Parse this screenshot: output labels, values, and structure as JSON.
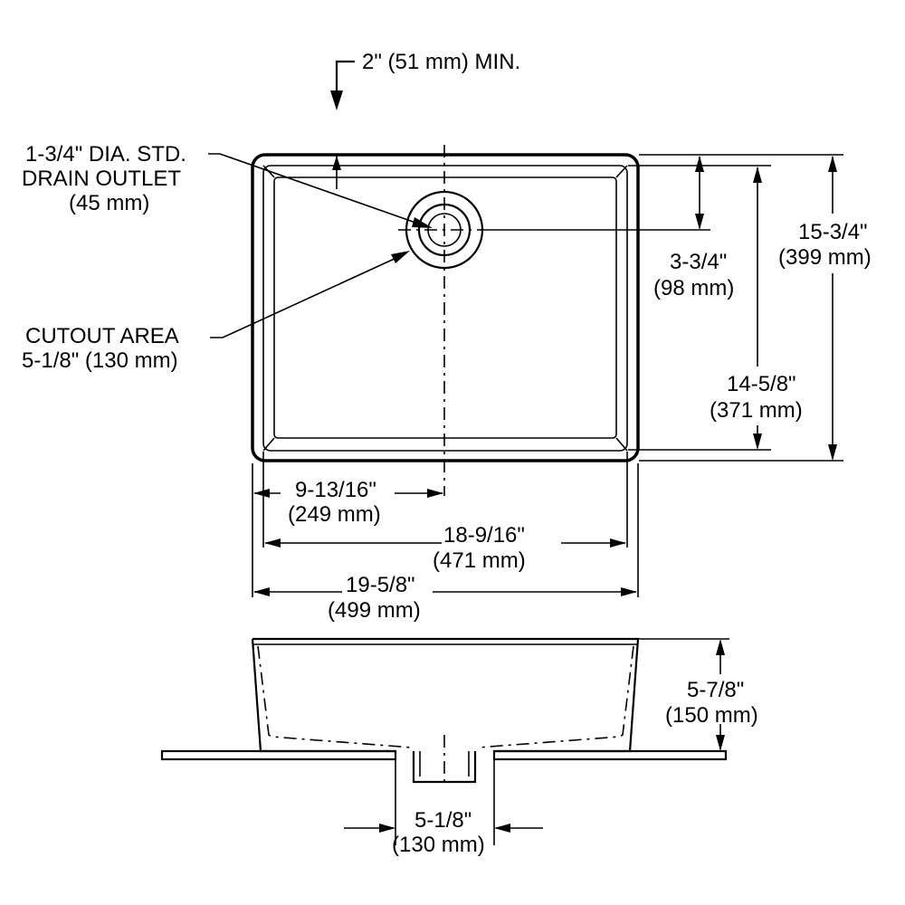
{
  "labels": {
    "min_clearance": "2\" (51 mm) MIN.",
    "drain_line1": "1-3/4\" DIA. STD.",
    "drain_line2": "DRAIN OUTLET",
    "drain_line3": "(45 mm)",
    "cutout_line1": "CUTOUT AREA",
    "cutout_line2": "5-1/8\" (130 mm)",
    "drain_offset_in": "3-3/4\"",
    "drain_offset_mm": "(98 mm)",
    "overall_depth_in": "15-3/4\"",
    "overall_depth_mm": "(399 mm)",
    "bowl_depth_in": "14-5/8\"",
    "bowl_depth_mm": "(371 mm)",
    "half_width_in": "9-13/16\"",
    "half_width_mm": "(249 mm)",
    "bowl_width_in": "18-9/16\"",
    "bowl_width_mm": "(471 mm)",
    "overall_width_in": "19-5/8\"",
    "overall_width_mm": "(499 mm)",
    "height_in": "5-7/8\"",
    "height_mm": "(150 mm)",
    "base_cutout_in": "5-1/8\"",
    "base_cutout_mm": "(130 mm)"
  }
}
